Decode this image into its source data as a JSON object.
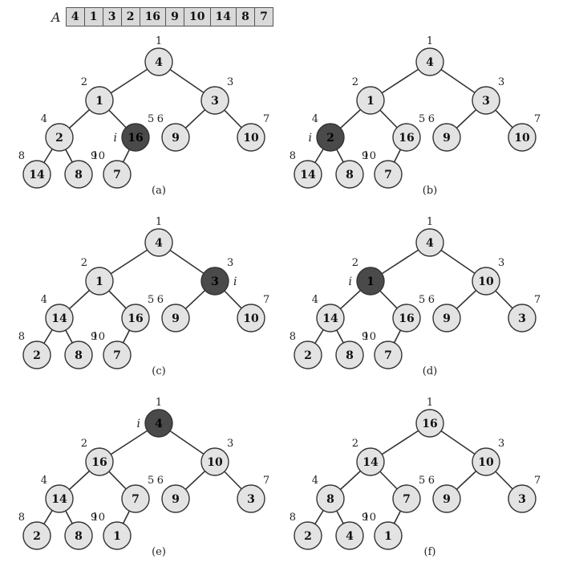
{
  "array": {
    "name": "A",
    "values": [
      "4",
      "1",
      "3",
      "2",
      "16",
      "9",
      "10",
      "14",
      "8",
      "7"
    ]
  },
  "edges": [
    [
      1,
      2
    ],
    [
      1,
      3
    ],
    [
      2,
      4
    ],
    [
      2,
      5
    ],
    [
      3,
      6
    ],
    [
      3,
      7
    ],
    [
      4,
      8
    ],
    [
      4,
      9
    ],
    [
      5,
      10
    ]
  ],
  "colors": {
    "node_fill": "#e3e3e3",
    "highlight_fill": "#4a4a4a",
    "stroke": "#333333",
    "text": "#111111",
    "highlight_text": "#000000"
  },
  "marker_label": "i",
  "panels": [
    {
      "caption": "(a)",
      "values": [
        "4",
        "1",
        "3",
        "2",
        "16",
        "9",
        "10",
        "14",
        "8",
        "7"
      ],
      "highlight": 5,
      "marker_side": "left"
    },
    {
      "caption": "(b)",
      "values": [
        "4",
        "1",
        "3",
        "2",
        "16",
        "9",
        "10",
        "14",
        "8",
        "7"
      ],
      "highlight": 4,
      "marker_side": "left"
    },
    {
      "caption": "(c)",
      "values": [
        "4",
        "1",
        "3",
        "14",
        "16",
        "9",
        "10",
        "2",
        "8",
        "7"
      ],
      "highlight": 3,
      "marker_side": "right"
    },
    {
      "caption": "(d)",
      "values": [
        "4",
        "1",
        "10",
        "14",
        "16",
        "9",
        "3",
        "2",
        "8",
        "7"
      ],
      "highlight": 2,
      "marker_side": "left"
    },
    {
      "caption": "(e)",
      "values": [
        "4",
        "16",
        "10",
        "14",
        "7",
        "9",
        "3",
        "2",
        "8",
        "1"
      ],
      "highlight": 1,
      "marker_side": "left"
    },
    {
      "caption": "(f)",
      "values": [
        "16",
        "14",
        "10",
        "8",
        "7",
        "9",
        "3",
        "2",
        "4",
        "1"
      ],
      "highlight": 0,
      "marker_side": ""
    }
  ]
}
